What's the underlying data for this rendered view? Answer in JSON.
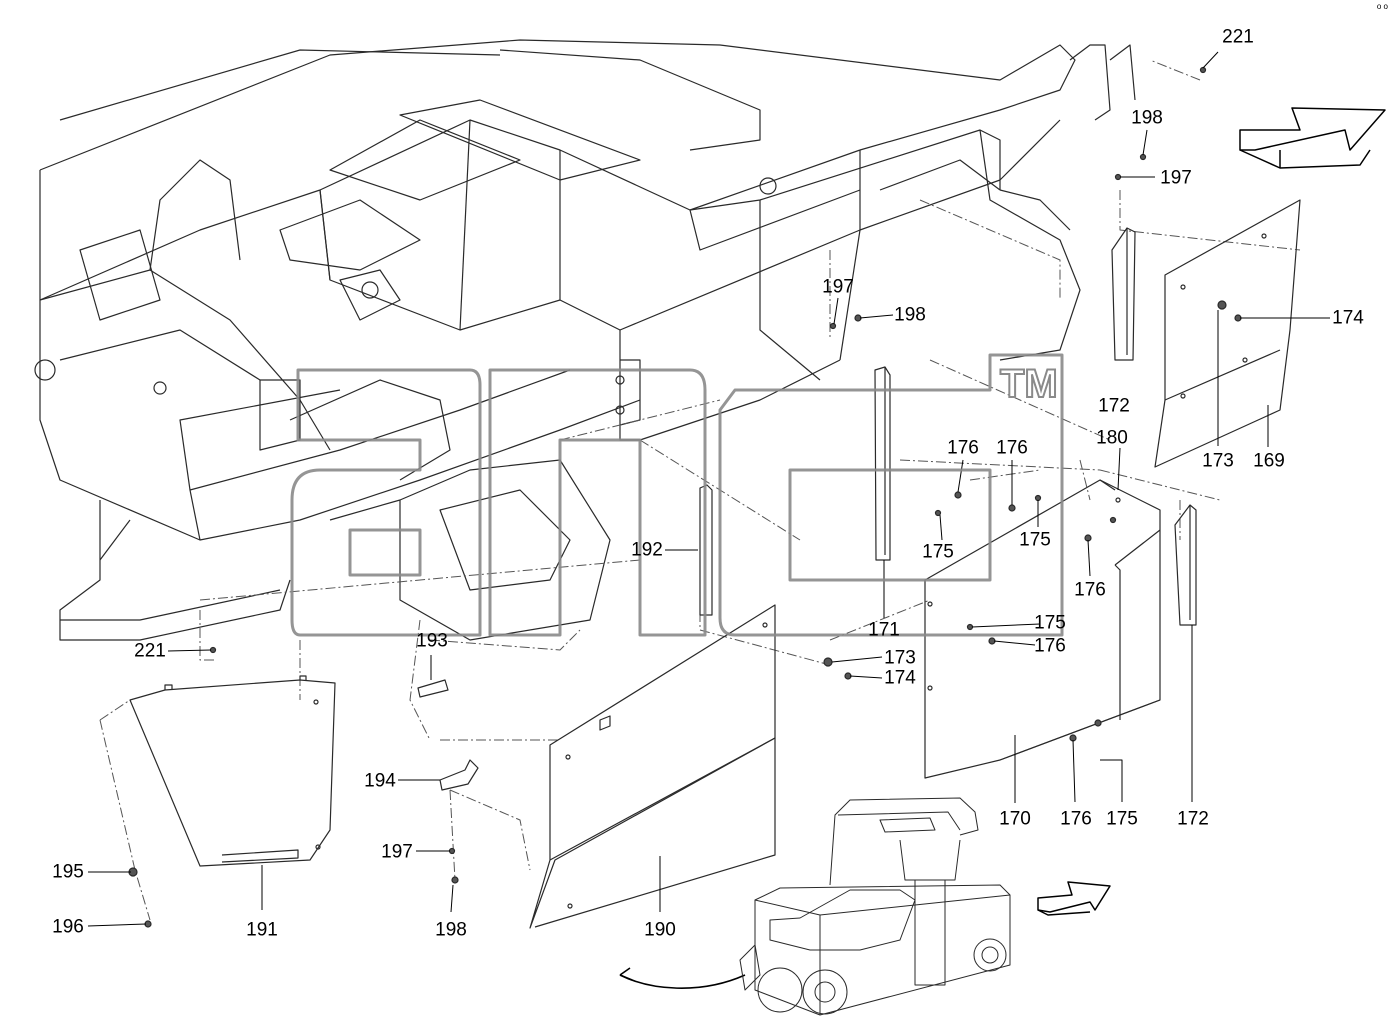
{
  "watermark": {
    "tm": "TM"
  },
  "corner_mark": "o o",
  "callouts": [
    {
      "id": "c221a",
      "text": "221"
    },
    {
      "id": "c198a",
      "text": "198"
    },
    {
      "id": "c197a",
      "text": "197"
    },
    {
      "id": "c174a",
      "text": "174"
    },
    {
      "id": "c197b",
      "text": "197"
    },
    {
      "id": "c198b",
      "text": "198"
    },
    {
      "id": "c172a",
      "text": "172"
    },
    {
      "id": "c180",
      "text": "180"
    },
    {
      "id": "c173a",
      "text": "173"
    },
    {
      "id": "c169",
      "text": "169"
    },
    {
      "id": "c176a",
      "text": "176"
    },
    {
      "id": "c176b",
      "text": "176"
    },
    {
      "id": "c175a",
      "text": "175"
    },
    {
      "id": "c175b",
      "text": "175"
    },
    {
      "id": "c176c",
      "text": "176"
    },
    {
      "id": "c192",
      "text": "192"
    },
    {
      "id": "c171",
      "text": "171"
    },
    {
      "id": "c175c",
      "text": "175"
    },
    {
      "id": "c176d",
      "text": "176"
    },
    {
      "id": "c173b",
      "text": "173"
    },
    {
      "id": "c174b",
      "text": "174"
    },
    {
      "id": "c221b",
      "text": "221"
    },
    {
      "id": "c193",
      "text": "193"
    },
    {
      "id": "c194",
      "text": "194"
    },
    {
      "id": "c170",
      "text": "170"
    },
    {
      "id": "c176e",
      "text": "176"
    },
    {
      "id": "c175d",
      "text": "175"
    },
    {
      "id": "c172b",
      "text": "172"
    },
    {
      "id": "c197c",
      "text": "197"
    },
    {
      "id": "c195",
      "text": "195"
    },
    {
      "id": "c196",
      "text": "196"
    },
    {
      "id": "c191",
      "text": "191"
    },
    {
      "id": "c198c",
      "text": "198"
    },
    {
      "id": "c190",
      "text": "190"
    }
  ]
}
